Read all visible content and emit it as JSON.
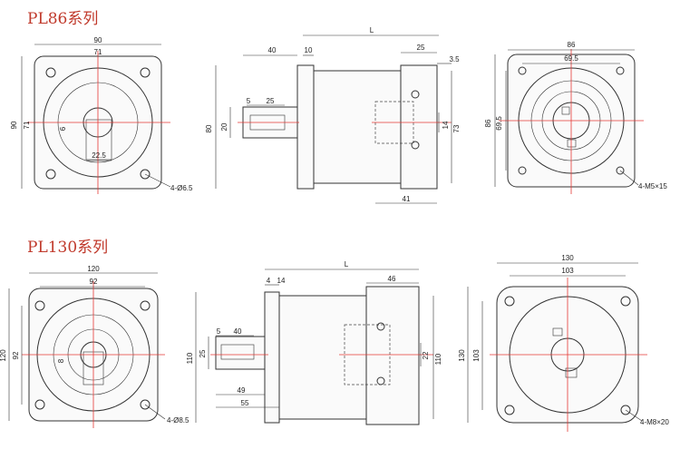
{
  "titles": {
    "pl86": "PL86系列",
    "pl130": "PL130系列"
  },
  "pl86": {
    "front": {
      "width": "90",
      "hole_spacing": "71",
      "height": "90",
      "hole_spacing_v": "71",
      "shaft_dia": "6",
      "key_width": "22.5",
      "holes": "4-Ø6.5"
    },
    "side": {
      "overall": "L",
      "d40": "40",
      "d10": "10",
      "d25": "25",
      "d35": "3.5",
      "d5": "5",
      "d25b": "25",
      "d80": "80",
      "d20": "20",
      "d14": "14",
      "d73": "73",
      "d41": "41"
    },
    "rear": {
      "width": "86",
      "pcd": "69.5",
      "height": "86",
      "pcd_v": "69.5",
      "threads": "4-M5×15"
    }
  },
  "pl130": {
    "front": {
      "width": "120",
      "hole_spacing": "92",
      "height": "120",
      "hole_spacing_v": "92",
      "shaft_dia": "8",
      "holes": "4-Ø8.5"
    },
    "side": {
      "overall": "L",
      "d4": "4",
      "d14": "14",
      "d46": "46",
      "d5": "5",
      "d40": "40",
      "d110": "110",
      "d25": "25",
      "d49": "49",
      "d55": "55",
      "d22": "22",
      "d110b": "110"
    },
    "rear": {
      "width": "130",
      "pcd": "103",
      "height": "130",
      "pcd_v": "103",
      "threads": "4-M8×20"
    }
  }
}
